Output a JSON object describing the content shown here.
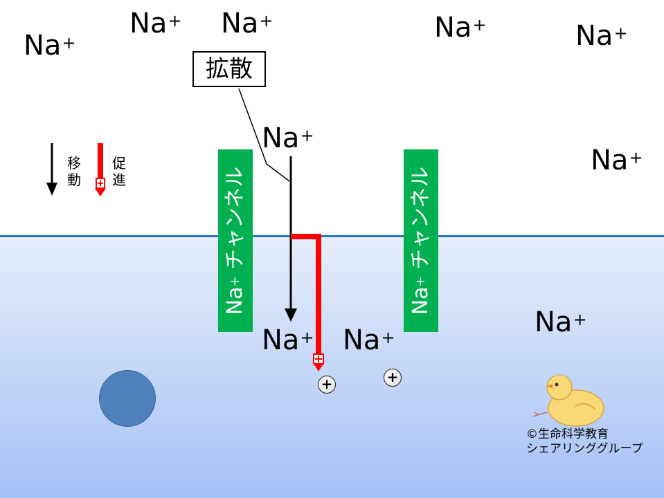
{
  "ions": {
    "symbol": "Na",
    "charge": "+"
  },
  "diffusion_label": "拡散",
  "legend": {
    "movement": "移動",
    "promotion": "促進"
  },
  "channels": {
    "label_ion": "Na",
    "label_charge": "+",
    "label_name": "チャンネル"
  },
  "charge_symbol": "+",
  "credit": {
    "line1": "©生命科学教育",
    "line2": "シェアリンググループ"
  },
  "colors": {
    "membrane": "#2e75b6",
    "channel": "#00b050",
    "promotion_arrow": "#ff0000",
    "cytoplasm_top": "#e6eefb",
    "cytoplasm_bottom": "#a4c1f6",
    "cell": "#4f81bd"
  }
}
